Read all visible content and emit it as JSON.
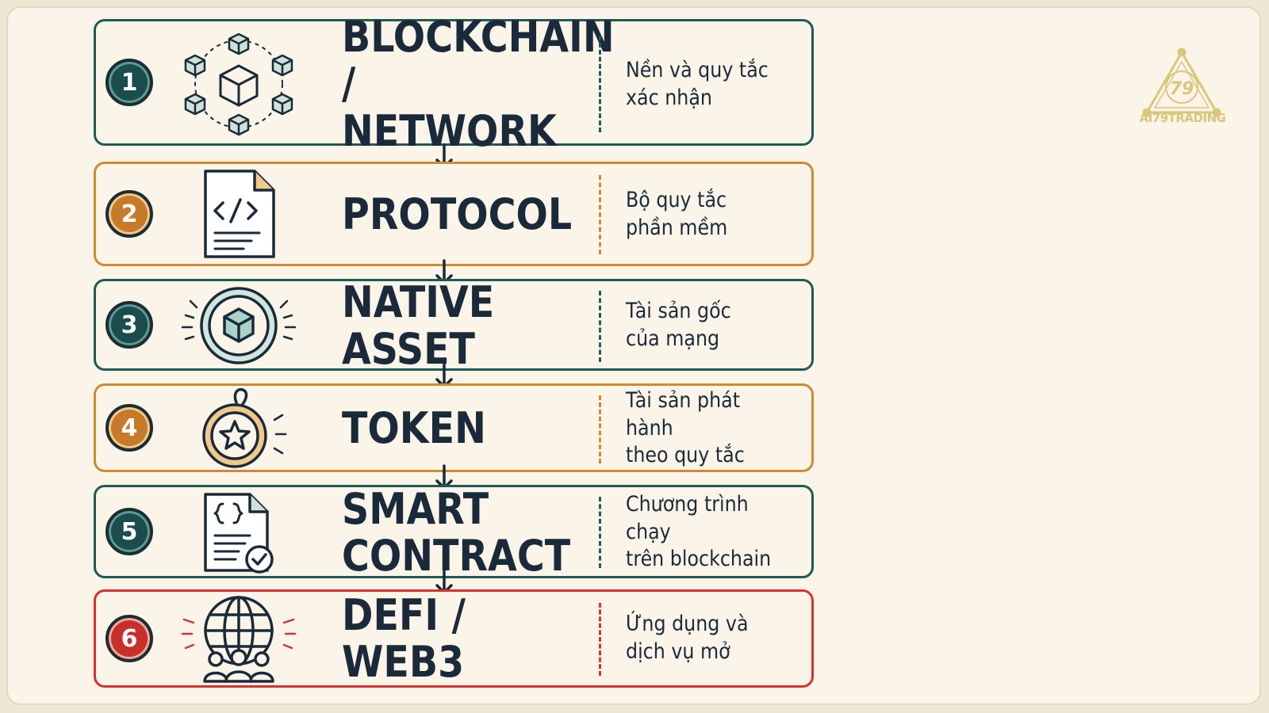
{
  "steps": [
    {
      "number": "1",
      "title": "BLOCKCHAIN /\nNETWORK",
      "description": "Nền và quy tắc\nxác nhận",
      "color": "#1f5a56"
    },
    {
      "number": "2",
      "title": "PROTOCOL",
      "description": "Bộ quy tắc\nphần mềm",
      "color": "#cf8a32"
    },
    {
      "number": "3",
      "title": "NATIVE ASSET",
      "description": "Tài sản gốc\ncủa mạng",
      "color": "#1f5a56"
    },
    {
      "number": "4",
      "title": "TOKEN",
      "description": "Tài sản phát hành\ntheo quy tắc",
      "color": "#cf8a32"
    },
    {
      "number": "5",
      "title": "SMART CONTRACT",
      "description": "Chương trình chạy\ntrên blockchain",
      "color": "#1f5a56"
    },
    {
      "number": "6",
      "title": "DEFI / WEB3",
      "description": "Ứng dụng và\ndịch vụ mở",
      "color": "#d9302c"
    }
  ],
  "icons": [
    "blockchain-network-icon",
    "code-document-icon",
    "coin-cube-icon",
    "star-token-icon",
    "contract-check-icon",
    "globe-people-icon"
  ],
  "logo": {
    "mark": "79",
    "text": "AI79TRADING",
    "color": "#d8c77c"
  }
}
